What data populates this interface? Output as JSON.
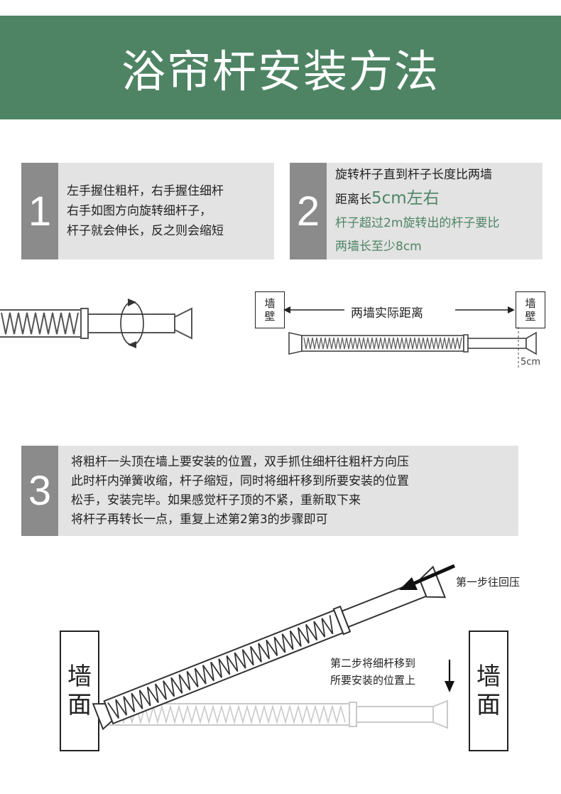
{
  "header": {
    "title": "浴帘杆安装方法"
  },
  "step1": {
    "number": "1",
    "lines": [
      "左手握住粗杆，右手握住细杆",
      "右手如图方向旋转细杆子，",
      "杆子就会伸长，反之则会缩短"
    ]
  },
  "step2": {
    "number": "2",
    "line1": "旋转杆子直到杆子长度比两墙",
    "line2_prefix": "距离长",
    "line2_highlight": "5cm左右",
    "line3": "杆子超过2m旋转出的杆子要比",
    "line4": "两墙长至少8cm"
  },
  "figure2": {
    "wall_left": [
      "墙",
      "壁"
    ],
    "wall_right": [
      "墙",
      "壁"
    ],
    "distance_label": "两墙实际距离",
    "extra_label": "5cm"
  },
  "step3": {
    "number": "3",
    "lines": [
      "将粗杆一头顶在墙上要安装的位置，双手抓住细杆往粗杆方向压",
      "此时杆内弹簧收缩，杆子缩短，同时将细杆移到所要安装的位置",
      "松手，安装完毕。如果感觉杆子顶的不紧，重新取下来",
      "将杆子再转长一点，重复上述第2第3的步骤即可"
    ]
  },
  "figure3": {
    "wall_left": [
      "墙",
      "面"
    ],
    "wall_right": [
      "墙",
      "面"
    ],
    "label_first": "第一步往回压",
    "label_second": [
      "第二步将细杆移到",
      "所要安装的位置上"
    ]
  },
  "colors": {
    "brand_green": "#4e8464",
    "step_gray": "#8b8b8b",
    "panel_gray": "#e3e3e3"
  }
}
